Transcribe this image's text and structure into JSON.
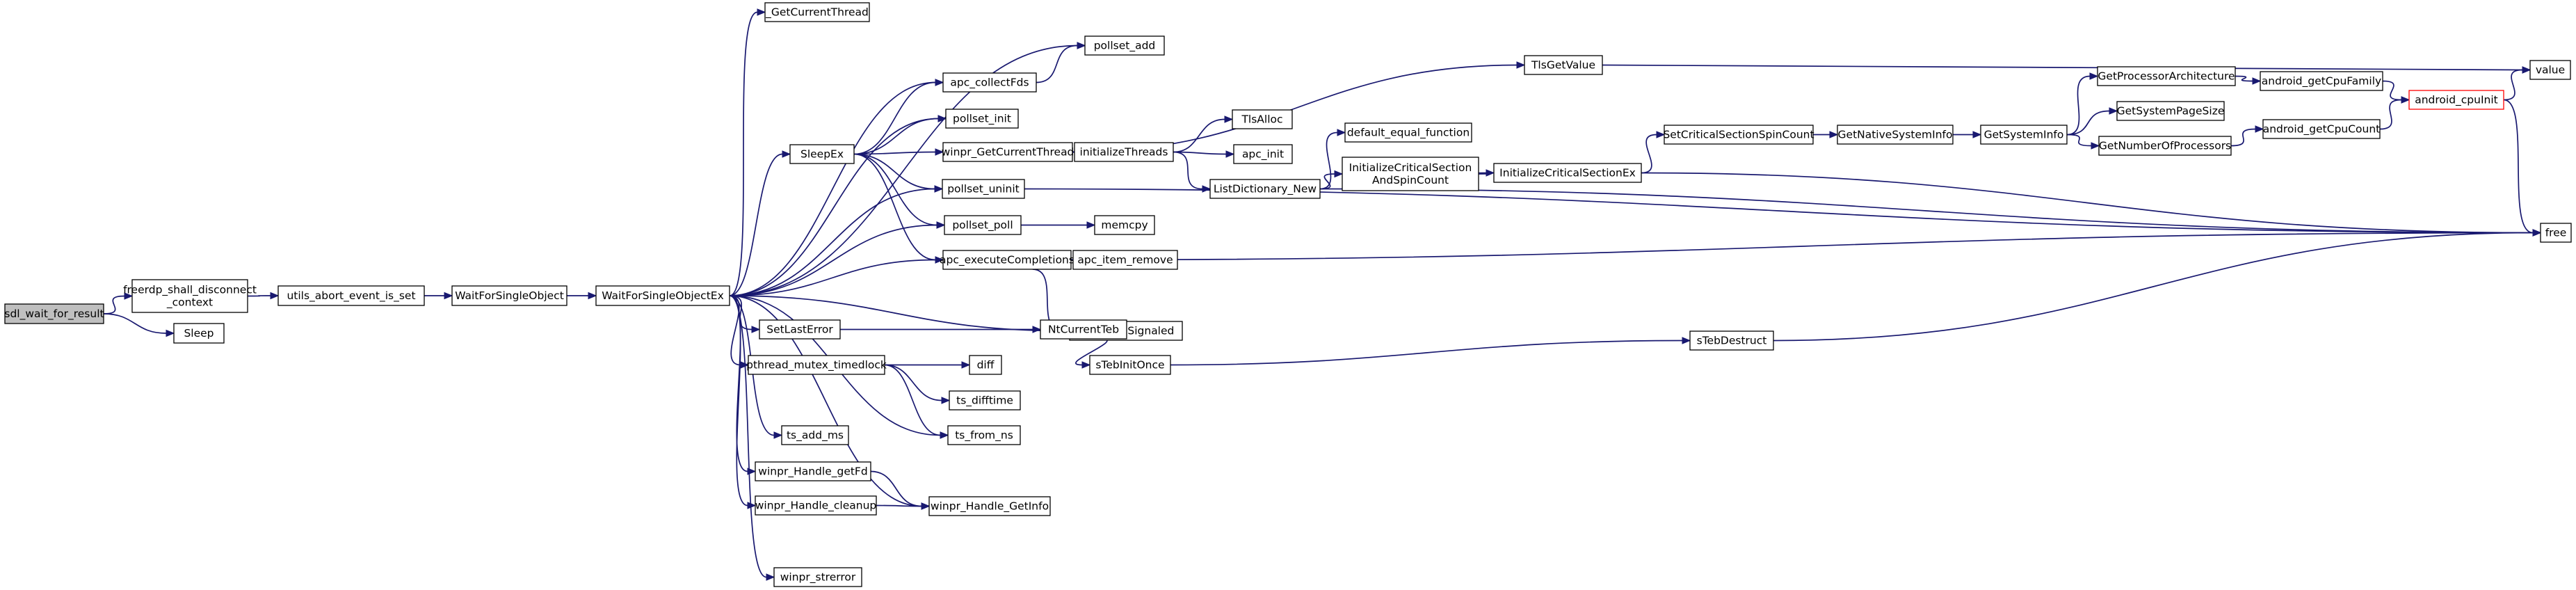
{
  "graph": {
    "type": "call-graph",
    "nodes": [
      {
        "id": "sdl_wait_for_result",
        "lines": [
          "sdl_wait_for_result"
        ],
        "root": true
      },
      {
        "id": "freerdp_shall_disconnect_context",
        "lines": [
          "freerdp_shall_disconnect",
          "_context"
        ]
      },
      {
        "id": "Sleep",
        "lines": [
          "Sleep"
        ]
      },
      {
        "id": "utils_abort_event_is_set",
        "lines": [
          "utils_abort_event_is_set"
        ]
      },
      {
        "id": "WaitForSingleObject",
        "lines": [
          "WaitForSingleObject"
        ]
      },
      {
        "id": "WaitForSingleObjectEx",
        "lines": [
          "WaitForSingleObjectEx"
        ]
      },
      {
        "id": "_GetCurrentThread",
        "lines": [
          "_GetCurrentThread"
        ]
      },
      {
        "id": "pollset_add",
        "lines": [
          "pollset_add"
        ]
      },
      {
        "id": "apc_collectFds",
        "lines": [
          "apc_collectFds"
        ]
      },
      {
        "id": "pollset_init",
        "lines": [
          "pollset_init"
        ]
      },
      {
        "id": "SleepEx",
        "lines": [
          "SleepEx"
        ]
      },
      {
        "id": "winpr_GetCurrentThread",
        "lines": [
          "winpr_GetCurrentThread"
        ]
      },
      {
        "id": "pollset_uninit",
        "lines": [
          "pollset_uninit"
        ]
      },
      {
        "id": "pollset_poll",
        "lines": [
          "pollset_poll"
        ]
      },
      {
        "id": "apc_executeCompletions",
        "lines": [
          "apc_executeCompletions"
        ]
      },
      {
        "id": "pollset_isSignaled",
        "lines": [
          "pollset_isSignaled"
        ]
      },
      {
        "id": "SetLastError",
        "lines": [
          "SetLastError"
        ]
      },
      {
        "id": "pthread_mutex_timedlock",
        "lines": [
          "pthread_mutex_timedlock"
        ]
      },
      {
        "id": "ts_add_ms",
        "lines": [
          "ts_add_ms"
        ]
      },
      {
        "id": "winpr_Handle_getFd",
        "lines": [
          "winpr_Handle_getFd"
        ]
      },
      {
        "id": "winpr_Handle_cleanup",
        "lines": [
          "winpr_Handle_cleanup"
        ]
      },
      {
        "id": "winpr_Handle_GetInfo",
        "lines": [
          "winpr_Handle_GetInfo"
        ]
      },
      {
        "id": "winpr_strerror",
        "lines": [
          "winpr_strerror"
        ]
      },
      {
        "id": "TlsGetValue",
        "lines": [
          "TlsGetValue"
        ]
      },
      {
        "id": "initializeThreads",
        "lines": [
          "initializeThreads"
        ]
      },
      {
        "id": "TlsAlloc",
        "lines": [
          "TlsAlloc"
        ]
      },
      {
        "id": "apc_init",
        "lines": [
          "apc_init"
        ]
      },
      {
        "id": "ListDictionary_New",
        "lines": [
          "ListDictionary_New"
        ]
      },
      {
        "id": "memcpy",
        "lines": [
          "memcpy"
        ]
      },
      {
        "id": "apc_item_remove",
        "lines": [
          "apc_item_remove"
        ]
      },
      {
        "id": "NtCurrentTeb",
        "lines": [
          "NtCurrentTeb"
        ]
      },
      {
        "id": "sTebInitOnce",
        "lines": [
          "sTebInitOnce"
        ]
      },
      {
        "id": "diff",
        "lines": [
          "diff"
        ]
      },
      {
        "id": "ts_difftime",
        "lines": [
          "ts_difftime"
        ]
      },
      {
        "id": "ts_from_ns",
        "lines": [
          "ts_from_ns"
        ]
      },
      {
        "id": "default_equal_function",
        "lines": [
          "default_equal_function"
        ]
      },
      {
        "id": "InitializeCriticalSectionAndSpinCount",
        "lines": [
          "InitializeCriticalSection",
          "AndSpinCount"
        ]
      },
      {
        "id": "InitializeCriticalSectionEx",
        "lines": [
          "InitializeCriticalSectionEx"
        ]
      },
      {
        "id": "SetCriticalSectionSpinCount",
        "lines": [
          "SetCriticalSectionSpinCount"
        ]
      },
      {
        "id": "GetNativeSystemInfo",
        "lines": [
          "GetNativeSystemInfo"
        ]
      },
      {
        "id": "GetSystemInfo",
        "lines": [
          "GetSystemInfo"
        ]
      },
      {
        "id": "GetProcessorArchitecture",
        "lines": [
          "GetProcessorArchitecture"
        ]
      },
      {
        "id": "GetSystemPageSize",
        "lines": [
          "GetSystemPageSize"
        ]
      },
      {
        "id": "GetNumberOfProcessors",
        "lines": [
          "GetNumberOfProcessors"
        ]
      },
      {
        "id": "android_getCpuFamily",
        "lines": [
          "android_getCpuFamily"
        ]
      },
      {
        "id": "android_getCpuCount",
        "lines": [
          "android_getCpuCount"
        ]
      },
      {
        "id": "android_cpuInit",
        "lines": [
          "android_cpuInit"
        ],
        "truncated": true
      },
      {
        "id": "value",
        "lines": [
          "value"
        ]
      },
      {
        "id": "free",
        "lines": [
          "free"
        ]
      },
      {
        "id": "sTebDestruct",
        "lines": [
          "sTebDestruct"
        ]
      }
    ],
    "edges": [
      [
        "sdl_wait_for_result",
        "freerdp_shall_disconnect_context"
      ],
      [
        "sdl_wait_for_result",
        "Sleep"
      ],
      [
        "freerdp_shall_disconnect_context",
        "utils_abort_event_is_set"
      ],
      [
        "utils_abort_event_is_set",
        "WaitForSingleObject"
      ],
      [
        "WaitForSingleObject",
        "WaitForSingleObjectEx"
      ],
      [
        "WaitForSingleObjectEx",
        "_GetCurrentThread"
      ],
      [
        "WaitForSingleObjectEx",
        "pollset_add"
      ],
      [
        "WaitForSingleObjectEx",
        "apc_collectFds"
      ],
      [
        "WaitForSingleObjectEx",
        "pollset_init"
      ],
      [
        "WaitForSingleObjectEx",
        "SleepEx"
      ],
      [
        "WaitForSingleObjectEx",
        "pollset_uninit"
      ],
      [
        "WaitForSingleObjectEx",
        "pollset_poll"
      ],
      [
        "WaitForSingleObjectEx",
        "apc_executeCompletions"
      ],
      [
        "WaitForSingleObjectEx",
        "pollset_isSignaled"
      ],
      [
        "WaitForSingleObjectEx",
        "SetLastError"
      ],
      [
        "WaitForSingleObjectEx",
        "pthread_mutex_timedlock"
      ],
      [
        "WaitForSingleObjectEx",
        "ts_add_ms"
      ],
      [
        "WaitForSingleObjectEx",
        "winpr_Handle_getFd"
      ],
      [
        "WaitForSingleObjectEx",
        "winpr_Handle_cleanup"
      ],
      [
        "WaitForSingleObjectEx",
        "winpr_Handle_GetInfo"
      ],
      [
        "WaitForSingleObjectEx",
        "winpr_strerror"
      ],
      [
        "WaitForSingleObjectEx",
        "ts_from_ns"
      ],
      [
        "apc_collectFds",
        "pollset_add"
      ],
      [
        "SleepEx",
        "apc_collectFds"
      ],
      [
        "SleepEx",
        "pollset_init"
      ],
      [
        "SleepEx",
        "winpr_GetCurrentThread"
      ],
      [
        "SleepEx",
        "pollset_uninit"
      ],
      [
        "SleepEx",
        "pollset_poll"
      ],
      [
        "SleepEx",
        "apc_executeCompletions"
      ],
      [
        "winpr_GetCurrentThread",
        "TlsGetValue"
      ],
      [
        "winpr_GetCurrentThread",
        "initializeThreads"
      ],
      [
        "initializeThreads",
        "TlsAlloc"
      ],
      [
        "initializeThreads",
        "apc_init"
      ],
      [
        "initializeThreads",
        "ListDictionary_New"
      ],
      [
        "ListDictionary_New",
        "default_equal_function"
      ],
      [
        "ListDictionary_New",
        "InitializeCriticalSectionAndSpinCount"
      ],
      [
        "ListDictionary_New",
        "free"
      ],
      [
        "InitializeCriticalSectionAndSpinCount",
        "InitializeCriticalSectionEx"
      ],
      [
        "InitializeCriticalSectionEx",
        "SetCriticalSectionSpinCount"
      ],
      [
        "InitializeCriticalSectionEx",
        "free"
      ],
      [
        "SetCriticalSectionSpinCount",
        "GetNativeSystemInfo"
      ],
      [
        "GetNativeSystemInfo",
        "GetSystemInfo"
      ],
      [
        "GetSystemInfo",
        "GetProcessorArchitecture"
      ],
      [
        "GetSystemInfo",
        "GetSystemPageSize"
      ],
      [
        "GetSystemInfo",
        "GetNumberOfProcessors"
      ],
      [
        "GetProcessorArchitecture",
        "android_getCpuFamily"
      ],
      [
        "GetNumberOfProcessors",
        "android_getCpuCount"
      ],
      [
        "android_getCpuFamily",
        "android_cpuInit"
      ],
      [
        "android_getCpuCount",
        "android_cpuInit"
      ],
      [
        "android_cpuInit",
        "value"
      ],
      [
        "android_cpuInit",
        "free"
      ],
      [
        "TlsGetValue",
        "value"
      ],
      [
        "pollset_uninit",
        "free"
      ],
      [
        "pollset_poll",
        "memcpy"
      ],
      [
        "apc_executeCompletions",
        "apc_item_remove"
      ],
      [
        "apc_executeCompletions",
        "pollset_isSignaled"
      ],
      [
        "apc_executeCompletions",
        "free"
      ],
      [
        "SetLastError",
        "NtCurrentTeb"
      ],
      [
        "NtCurrentTeb",
        "sTebInitOnce"
      ],
      [
        "sTebInitOnce",
        "sTebDestruct"
      ],
      [
        "sTebDestruct",
        "free"
      ],
      [
        "pthread_mutex_timedlock",
        "diff"
      ],
      [
        "pthread_mutex_timedlock",
        "ts_difftime"
      ],
      [
        "pthread_mutex_timedlock",
        "ts_from_ns"
      ],
      [
        "winpr_Handle_getFd",
        "winpr_Handle_GetInfo"
      ],
      [
        "winpr_Handle_cleanup",
        "winpr_Handle_GetInfo"
      ]
    ]
  }
}
